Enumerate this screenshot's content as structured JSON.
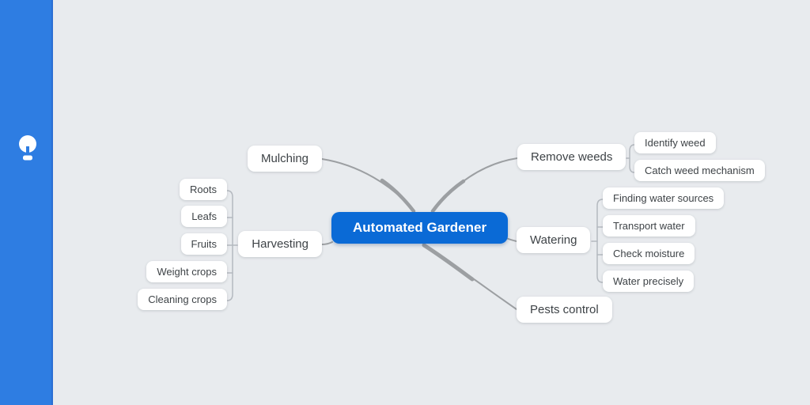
{
  "app": {
    "background_color": "#e8ebee",
    "sidebar": {
      "color": "#2e7de2",
      "icon": "lightbulb-icon",
      "icon_color": "#ffffff"
    }
  },
  "mindmap": {
    "node_background": "#ffffff",
    "node_text_color": "#3e4347",
    "edge_color": "#9c9fa2",
    "child_edge_color": "#b4b9bf",
    "root": {
      "label": "Automated Gardener",
      "color": "#0a6ad6",
      "text_color": "#ffffff"
    },
    "branches": [
      {
        "label": "Mulching",
        "children": []
      },
      {
        "label": "Harvesting",
        "children": [
          {
            "label": "Roots"
          },
          {
            "label": "Leafs"
          },
          {
            "label": "Fruits"
          },
          {
            "label": "Weight crops"
          },
          {
            "label": "Cleaning crops"
          }
        ]
      },
      {
        "label": "Remove weeds",
        "children": [
          {
            "label": "Identify weed"
          },
          {
            "label": "Catch weed mechanism"
          }
        ]
      },
      {
        "label": "Watering",
        "children": [
          {
            "label": "Finding water sources"
          },
          {
            "label": "Transport water"
          },
          {
            "label": "Check moisture"
          },
          {
            "label": "Water precisely"
          }
        ]
      },
      {
        "label": "Pests control",
        "children": []
      }
    ]
  }
}
